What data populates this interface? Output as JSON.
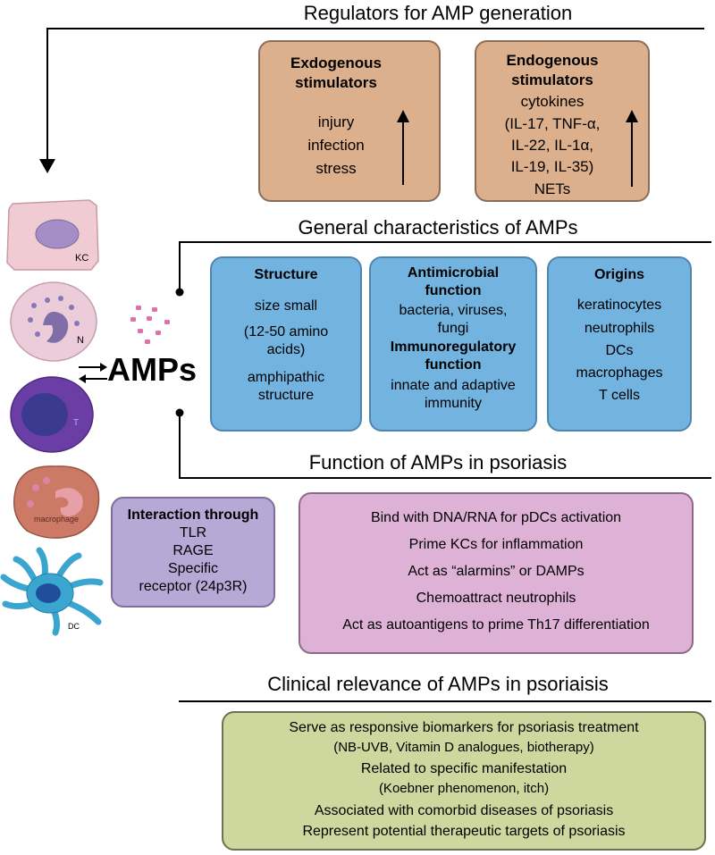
{
  "regulators": {
    "title": "Regulators for AMP generation",
    "exo_title_1": "Exdogenous",
    "exo_title_2": "stimulators",
    "exo_items": [
      "injury",
      "infection",
      "stress"
    ],
    "endo_title_1": "Endogenous",
    "endo_title_2": "stimulators",
    "endo_lines": [
      "cytokines",
      "(IL-17, TNF-α,",
      "IL-22, IL-1α,",
      "IL-19, IL-35)",
      "NETs"
    ]
  },
  "characteristics": {
    "title": "General characteristics of AMPs",
    "structure_title": "Structure",
    "structure_lines": [
      "size small",
      "(12-50 amino",
      "acids)",
      "amphipathic",
      "structure"
    ],
    "antimicrobial_title_1": "Antimicrobial",
    "antimicrobial_title_2": "function",
    "antimicrobial_lines": [
      "bacteria, viruses,",
      "fungi"
    ],
    "immuno_title_1": "Immunoregulatory",
    "immuno_title_2": "function",
    "immuno_lines": [
      "innate and adaptive",
      "immunity"
    ],
    "origins_title": "Origins",
    "origins_lines": [
      "keratinocytes",
      "neutrophils",
      "DCs",
      "macrophages",
      "T cells"
    ]
  },
  "amps_label": "AMPs",
  "cells": {
    "kc": "KC",
    "n": "N",
    "t": "T",
    "macrophage": "macrophage",
    "dc": "DC"
  },
  "psoriasis_function": {
    "title": "Function of AMPs in psoriasis",
    "interaction_title": "Interaction through",
    "interaction_lines": [
      "TLR",
      "RAGE",
      "Specific",
      "receptor (24p3R)"
    ],
    "functions": [
      "Bind with DNA/RNA for pDCs activation",
      "Prime KCs for inflammation",
      "Act as “alarmins” or DAMPs",
      "Chemoattract neutrophils",
      "Act as autoantigens to prime Th17 differentiation"
    ]
  },
  "clinical": {
    "title": "Clinical relevance of AMPs in psoriaisis",
    "line1": "Serve as responsive biomarkers for psoriasis treatment",
    "line2": "(NB-UVB, Vitamin D analogues, biotherapy)",
    "line3": "Related to specific manifestation",
    "line4": "(Koebner phenomenon, itch)",
    "line5": "Associated with comorbid diseases of psoriasis",
    "line6": "Represent potential therapeutic targets of psoriasis"
  },
  "colors": {
    "stimulator_fill": "#dcb08c",
    "characteristics_fill": "#73b3e0",
    "interaction_fill": "#b8a8d6",
    "function_fill": "#ddb2d6",
    "clinical_fill": "#ced79e"
  }
}
